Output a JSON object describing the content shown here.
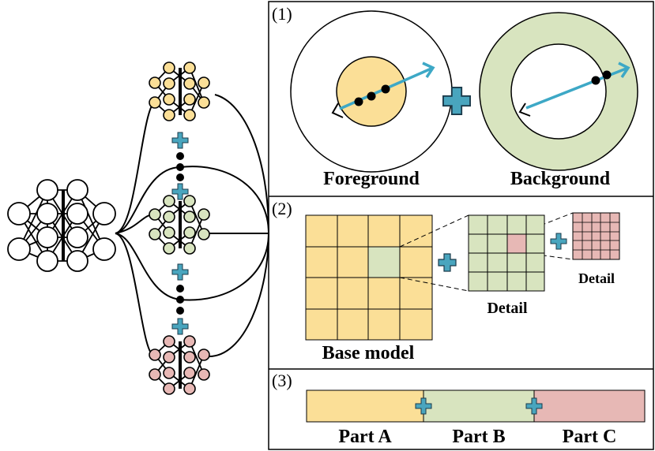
{
  "panels": {
    "p1": {
      "tag": "(1)",
      "left_label": "Foreground",
      "right_label": "Background"
    },
    "p2": {
      "tag": "(2)",
      "base_label": "Base model",
      "detail1_label": "Detail",
      "detail2_label": "Detail"
    },
    "p3": {
      "tag": "(3)",
      "parts": [
        "Part A",
        "Part B",
        "Part C"
      ]
    }
  },
  "colors": {
    "yellow": "#fbdf97",
    "green": "#d8e4bf",
    "pink": "#e7b8b5",
    "ray": "#3da8c6",
    "plus": "#49a5be"
  },
  "icons": [
    "plus-icon",
    "ray-arrow-icon",
    "eye-icon",
    "neural-network-icon",
    "ellipsis-dots-icon"
  ]
}
